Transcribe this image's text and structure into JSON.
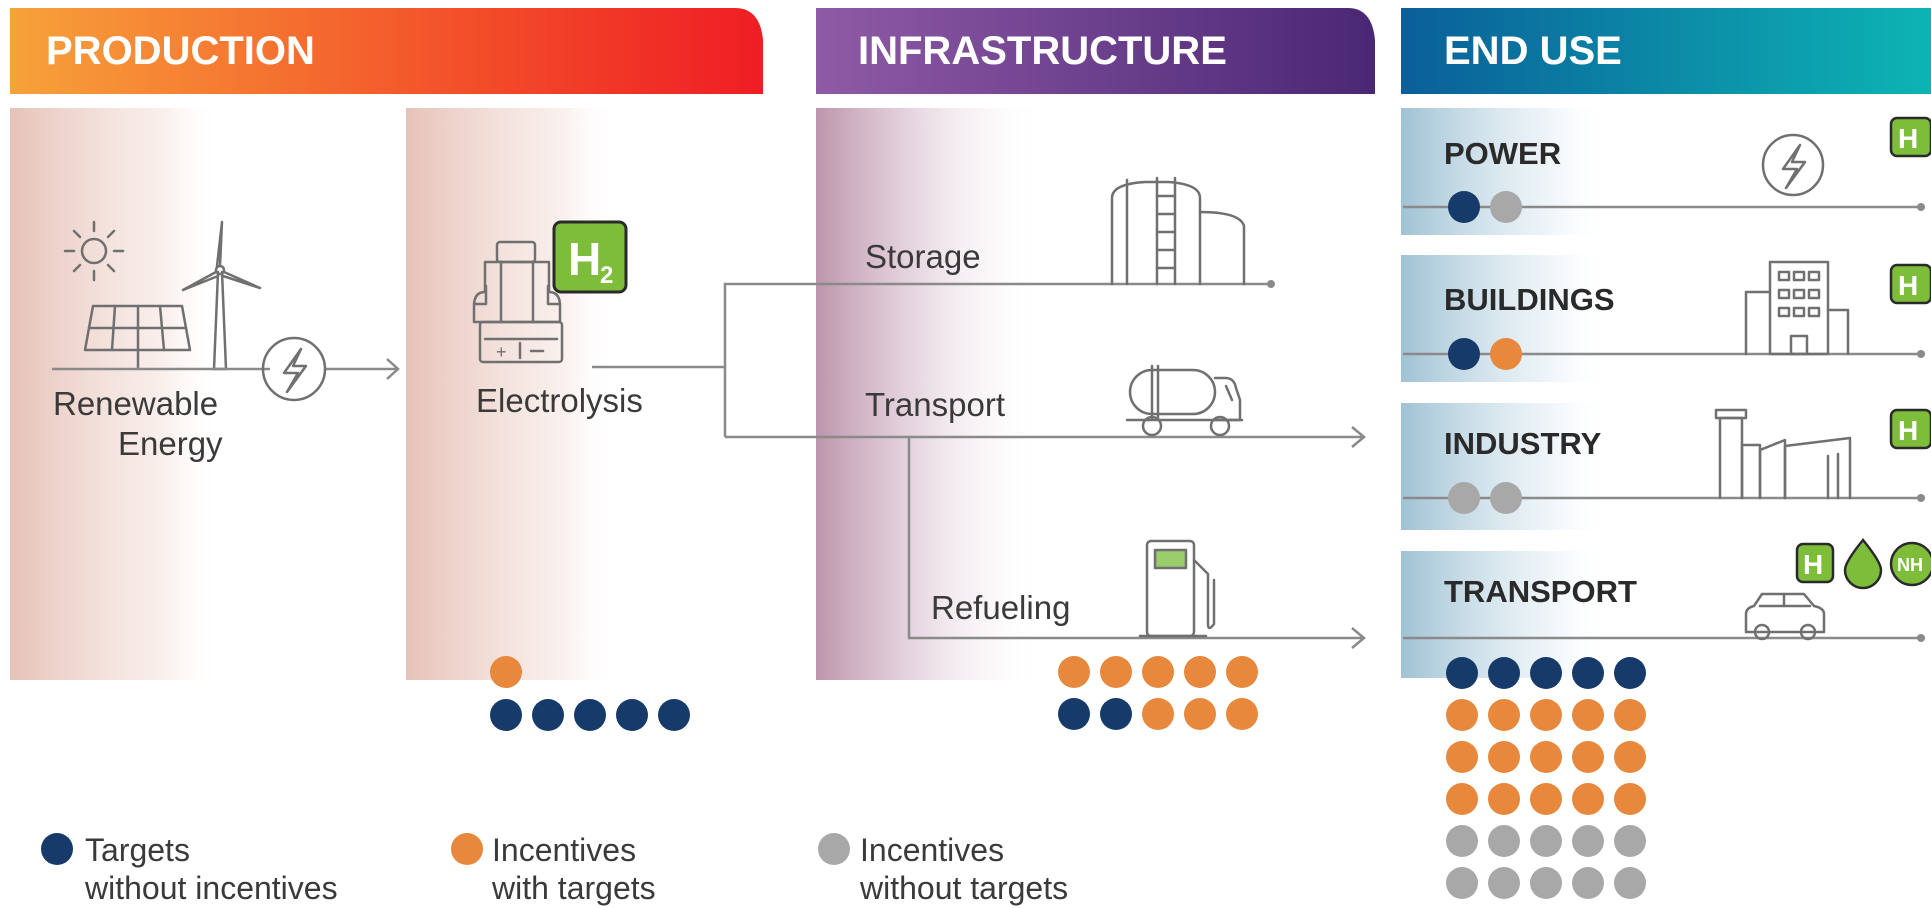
{
  "headers": {
    "production": "PRODUCTION",
    "infrastructure": "INFRASTRUCTURE",
    "end_use": "END USE"
  },
  "production": {
    "renewable_line1": "Renewable",
    "renewable_line2": "Energy",
    "electrolysis": "Electrolysis"
  },
  "infrastructure": {
    "storage": "Storage",
    "transport": "Transport",
    "refueling": "Refueling"
  },
  "end_use": {
    "power": "POWER",
    "buildings": "BUILDINGS",
    "industry": "INDUSTRY",
    "transport": "TRANSPORT"
  },
  "badges": {
    "h2": "H",
    "h2_sub": "2",
    "nh3": "NH"
  },
  "legend": {
    "targets_line1": "Targets",
    "targets_line2": "without incentives",
    "incentives_targets_line1": "Incentives",
    "incentives_targets_line2": "with targets",
    "incentives_only_line1": "Incentives",
    "incentives_only_line2": "without targets"
  },
  "colors": {
    "targets_without_incentives": "#163a6a",
    "incentives_with_targets": "#e8883c",
    "incentives_without_targets": "#a8a8a8",
    "production_gradient": [
      "#f7a23a",
      "#ef1d24"
    ],
    "infrastructure_gradient": [
      "#8f5aa6",
      "#4a2775"
    ],
    "end_use_gradient": [
      "#0a5f99",
      "#0db4b4"
    ],
    "badge_green": "#7dbd3a"
  },
  "dot_counts": {
    "electrolysis": {
      "incentives_with_targets": 1,
      "targets_without_incentives": 5,
      "incentives_without_targets": 0
    },
    "infrastructure": {
      "incentives_with_targets": 8,
      "targets_without_incentives": 2,
      "incentives_without_targets": 0
    },
    "power": {
      "targets_without_incentives": 1,
      "incentives_with_targets": 0,
      "incentives_without_targets": 1
    },
    "buildings": {
      "targets_without_incentives": 1,
      "incentives_with_targets": 1,
      "incentives_without_targets": 0
    },
    "industry": {
      "targets_without_incentives": 0,
      "incentives_with_targets": 0,
      "incentives_without_targets": 2
    },
    "transport": {
      "targets_without_incentives": 5,
      "incentives_with_targets": 15,
      "incentives_without_targets": 10
    }
  },
  "icons": {
    "production": [
      "sun-icon",
      "solar-panel-icon",
      "wind-turbine-icon",
      "electricity-icon"
    ],
    "electrolysis": [
      "electrolyser-icon",
      "h2-badge-icon"
    ],
    "infrastructure": [
      "storage-tank-icon",
      "tanker-truck-icon",
      "fuel-pump-icon"
    ],
    "end_use": [
      "electricity-icon",
      "building-icon",
      "factory-icon",
      "car-icon",
      "h2-badge-icon",
      "droplet-icon",
      "nh3-badge-icon"
    ]
  }
}
